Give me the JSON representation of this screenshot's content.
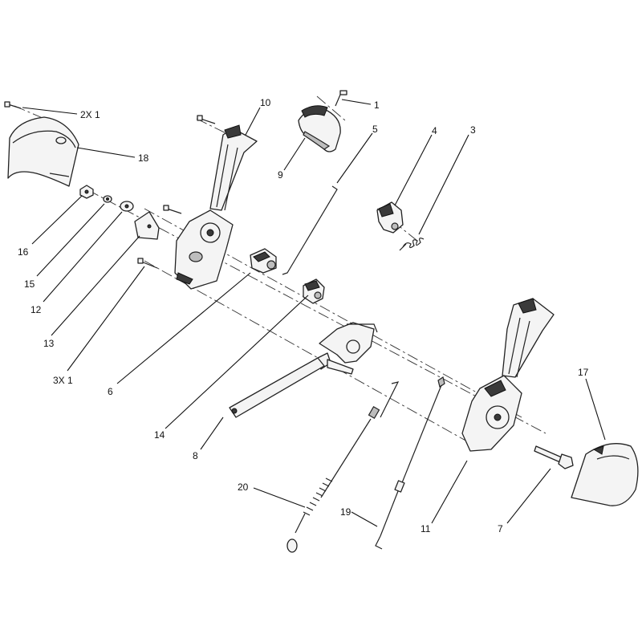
{
  "callouts": [
    {
      "id": "c-2x1",
      "text": "2X 1"
    },
    {
      "id": "c-18",
      "text": "18"
    },
    {
      "id": "c-10",
      "text": "10"
    },
    {
      "id": "c-1",
      "text": "1"
    },
    {
      "id": "c-5",
      "text": "5"
    },
    {
      "id": "c-4",
      "text": "4"
    },
    {
      "id": "c-3",
      "text": "3"
    },
    {
      "id": "c-9",
      "text": "9"
    },
    {
      "id": "c-16",
      "text": "16"
    },
    {
      "id": "c-15",
      "text": "15"
    },
    {
      "id": "c-12",
      "text": "12"
    },
    {
      "id": "c-13",
      "text": "13"
    },
    {
      "id": "c-3x1",
      "text": "3X 1"
    },
    {
      "id": "c-6",
      "text": "6"
    },
    {
      "id": "c-14",
      "text": "14"
    },
    {
      "id": "c-8",
      "text": "8"
    },
    {
      "id": "c-17",
      "text": "17"
    },
    {
      "id": "c-20",
      "text": "20"
    },
    {
      "id": "c-19",
      "text": "19"
    },
    {
      "id": "c-11",
      "text": "11"
    },
    {
      "id": "c-7",
      "text": "7"
    }
  ],
  "colors": {
    "stroke": "#222222",
    "fill_light": "#f4f4f4",
    "fill_dark": "#3a3a3a",
    "background": "#ffffff"
  }
}
